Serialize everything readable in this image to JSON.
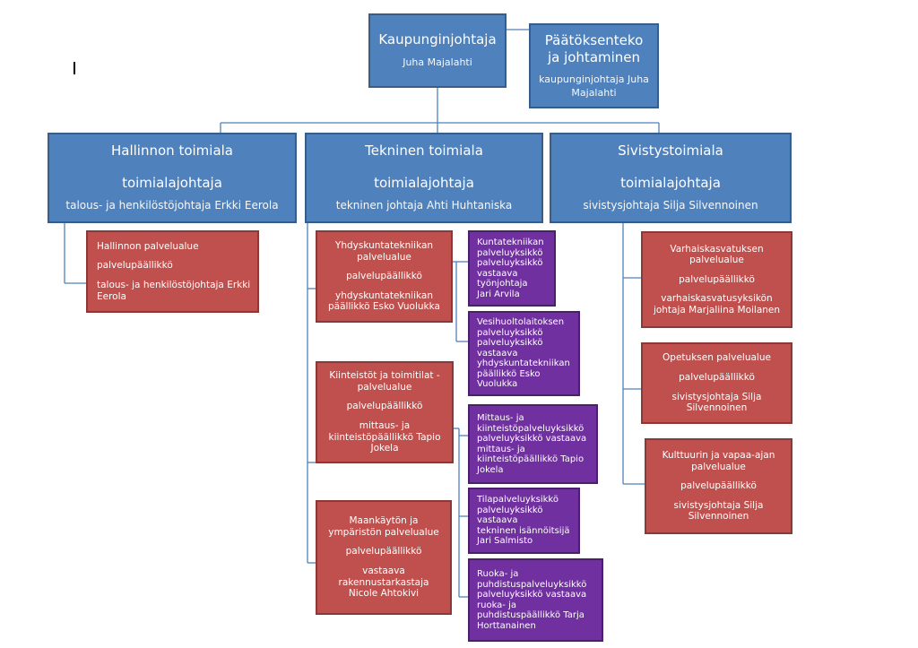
{
  "top": {
    "title": "Kaupunginjohtaja",
    "subtitle": "Juha Majalahti"
  },
  "decision": {
    "title_line1": "Päätöksenteko",
    "title_line2": "ja johtaminen",
    "subtitle": "kaupunginjohtaja Juha Majalahti"
  },
  "divisions": [
    {
      "title": "Hallinnon toimiala",
      "role": "toimialajohtaja",
      "person": "talous- ja henkilöstöjohtaja Erkki Eerola"
    },
    {
      "title": "Tekninen toimiala",
      "role": "toimialajohtaja",
      "person": "tekninen johtaja Ahti Huhtaniska"
    },
    {
      "title": "Sivistystoimiala",
      "role": "toimialajohtaja",
      "person": "sivistysjohtaja Silja Silvennoinen"
    }
  ],
  "hallinto_units": [
    {
      "name": "Hallinnon palvelualue",
      "role": "palvelupäällikkö",
      "person": "talous- ja henkilöstöjohtaja Erkki Eerola"
    }
  ],
  "tekninen_units": [
    {
      "name": "Yhdyskuntatekniikan palvelualue",
      "role": "palvelupäällikkö",
      "person": "yhdyskuntatekniikan päällikkö Esko Vuolukka"
    },
    {
      "name": "Kiinteistöt ja toimitilat -palvelualue",
      "role": "palvelupäällikkö",
      "person": "mittaus- ja kiinteistöpäällikkö Tapio Jokela"
    },
    {
      "name": "Maankäytön ja ympäristön palvelualue",
      "role": "palvelupäällikkö",
      "person": "vastaava rakennustarkastaja Nicole Ahtokivi"
    }
  ],
  "tekninen_subunits": [
    {
      "lines": [
        "Kuntatekniikan",
        "palveluyksikkö",
        "palveluyksikkö",
        "vastaava",
        "työnjohtaja",
        "Jari Arvila"
      ]
    },
    {
      "lines": [
        "Vesihuoltolaitoksen",
        "palveluyksikkö",
        "palveluyksikkö",
        "vastaava",
        "yhdyskuntatekniikan",
        "päällikkö Esko",
        "Vuolukka"
      ]
    },
    {
      "lines": [
        "Mittaus- ja",
        "kiinteistöpalveluyksikkö",
        "palveluyksikkö vastaava",
        "mittaus- ja",
        "kiinteistöpäällikkö Tapio",
        "Jokela"
      ]
    },
    {
      "lines": [
        "Tilapalveluyksikkö",
        "palveluyksikkö",
        "vastaava",
        "tekninen isännöitsijä",
        "Jari Salmisto"
      ]
    },
    {
      "lines": [
        "Ruoka- ja",
        "puhdistuspalveluyksikkö",
        "palveluyksikkö vastaava",
        "ruoka- ja",
        "puhdistuspäällikkö Tarja",
        "Horttanainen"
      ]
    }
  ],
  "sivistys_units": [
    {
      "name": "Varhaiskasvatuksen palvelualue",
      "role": "palvelupäällikkö",
      "person": "varhaiskasvatusyksikön johtaja Marjaliina Moilanen"
    },
    {
      "name": "Opetuksen palvelualue",
      "role": "palvelupäällikkö",
      "person": "sivistysjohtaja Silja Silvennoinen"
    },
    {
      "name": "Kulttuurin ja vapaa-ajan palvelualue",
      "role": "palvelupäällikkö",
      "person": "sivistysjohtaja Silja Silvennoinen"
    }
  ],
  "colors": {
    "blue": "#4f81bd",
    "red": "#c0504d",
    "purple": "#7030a0",
    "line": "#4f81bd"
  }
}
